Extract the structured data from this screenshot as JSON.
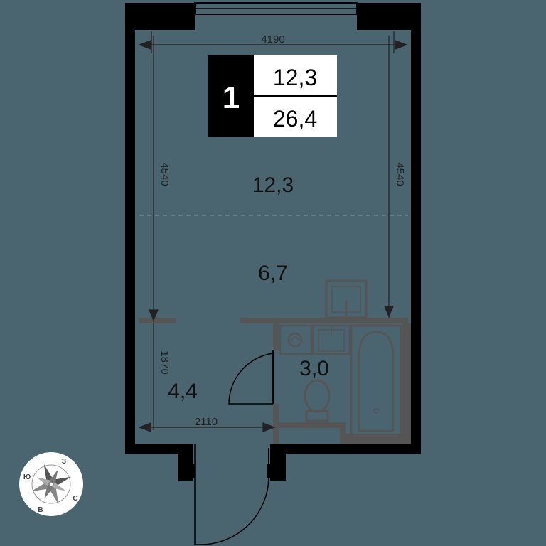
{
  "badge": {
    "rooms": "1",
    "living_area": "12,3",
    "total_area": "26,4"
  },
  "rooms": {
    "living_room": "12,3",
    "kitchen": "6,7",
    "bathroom": "3,0",
    "hallway": "4,4"
  },
  "dimensions": {
    "top_width": "4190",
    "left_height": "4540",
    "right_height": "4540",
    "hall_height": "1870",
    "hall_width": "2110"
  },
  "compass": {
    "west": "З",
    "north": "С",
    "south": "Ю",
    "east": "В"
  },
  "colors": {
    "background": "#4a6470",
    "walls": "#000000",
    "fixtures": "#555555",
    "badge_dark": "#000000",
    "badge_light": "#ffffff"
  }
}
